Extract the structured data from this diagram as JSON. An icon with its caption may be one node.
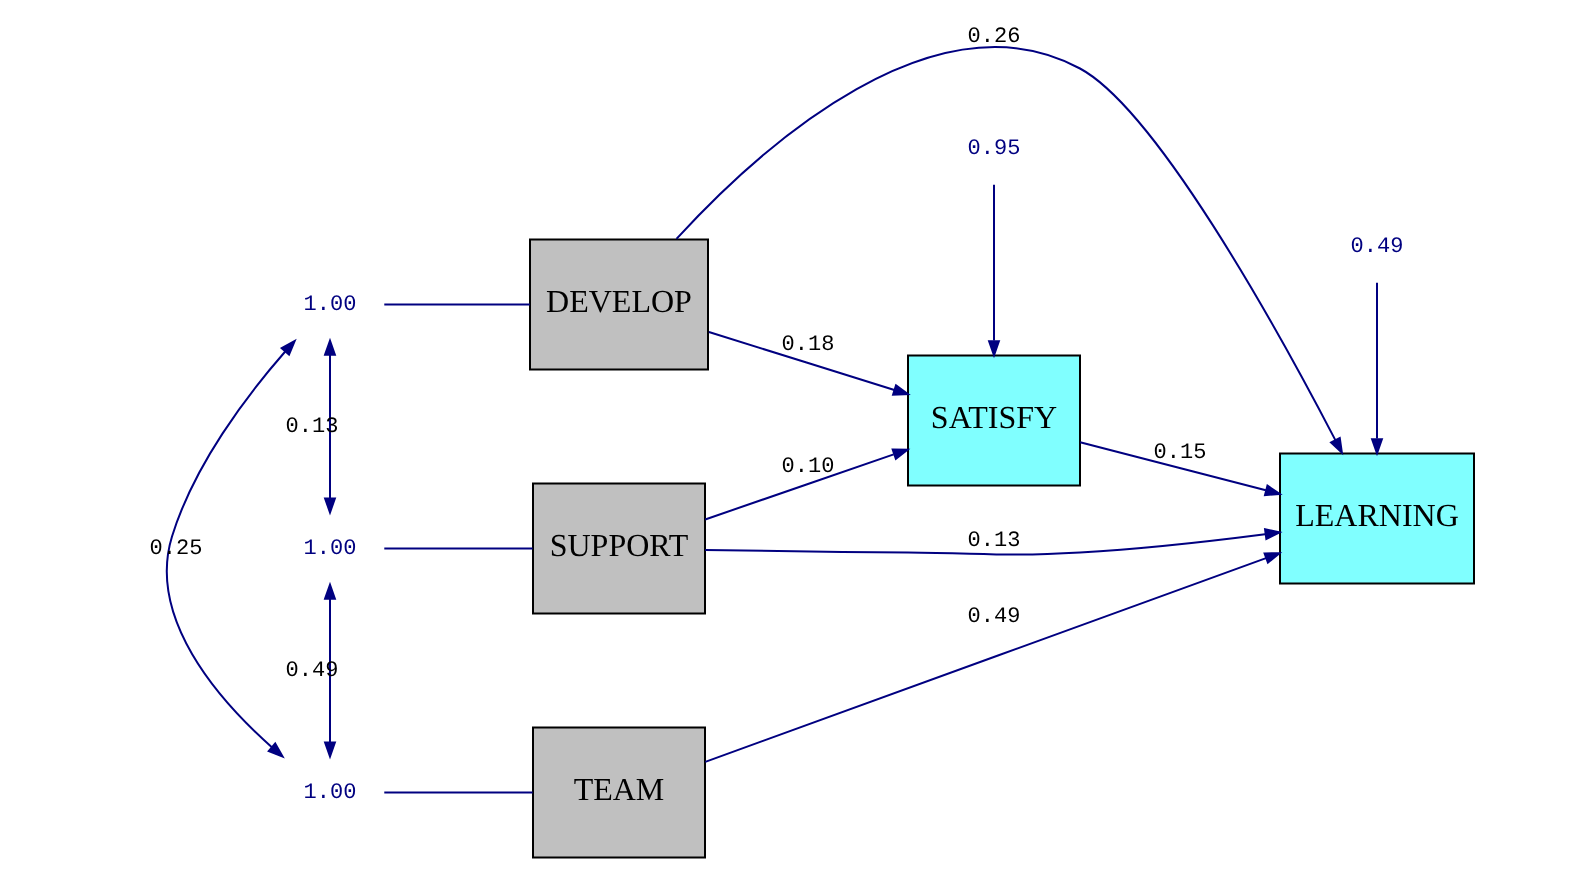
{
  "diagram": {
    "nodes": [
      {
        "text": [
          "1.00"
        ]
      },
      {
        "text": [
          "DEVELOP"
        ]
      },
      {
        "text": [
          "1.00"
        ]
      },
      {
        "text": [
          "SUPPORT"
        ]
      },
      {
        "text": [
          "1.00"
        ]
      },
      {
        "text": [
          "TEAM"
        ]
      },
      {
        "text": [
          "LEARNING"
        ]
      },
      {
        "text": [
          "0.49"
        ]
      },
      {
        "text": [
          "SATISFY"
        ]
      },
      {
        "text": [
          "0.95"
        ]
      }
    ],
    "edges": [
      {
        "from": 0,
        "to": 1,
        "arrow": "none"
      },
      {
        "from": 2,
        "to": 3,
        "arrow": "none"
      },
      {
        "from": 4,
        "to": 5,
        "arrow": "none"
      },
      {
        "from": 0,
        "to": 2,
        "arrow": "both",
        "label": "0.13"
      },
      {
        "from": 0,
        "to": 4,
        "arrow": "both",
        "label": "0.25"
      },
      {
        "from": 2,
        "to": 4,
        "arrow": "both",
        "label": "0.49"
      },
      {
        "from": 1,
        "to": 6,
        "arrow": "to",
        "label": "0.26"
      },
      {
        "from": 1,
        "to": 8,
        "arrow": "to",
        "label": "0.18"
      },
      {
        "from": 3,
        "to": 6,
        "arrow": "to",
        "label": "0.13"
      },
      {
        "from": 3,
        "to": 8,
        "arrow": "to",
        "label": "0.10"
      },
      {
        "from": 5,
        "to": 6,
        "arrow": "to",
        "label": "0.49"
      },
      {
        "from": 8,
        "to": 6,
        "arrow": "to",
        "label": "0.15"
      },
      {
        "from": 7,
        "to": 6,
        "arrow": "to"
      },
      {
        "from": 9,
        "to": 8,
        "arrow": "to"
      }
    ]
  }
}
